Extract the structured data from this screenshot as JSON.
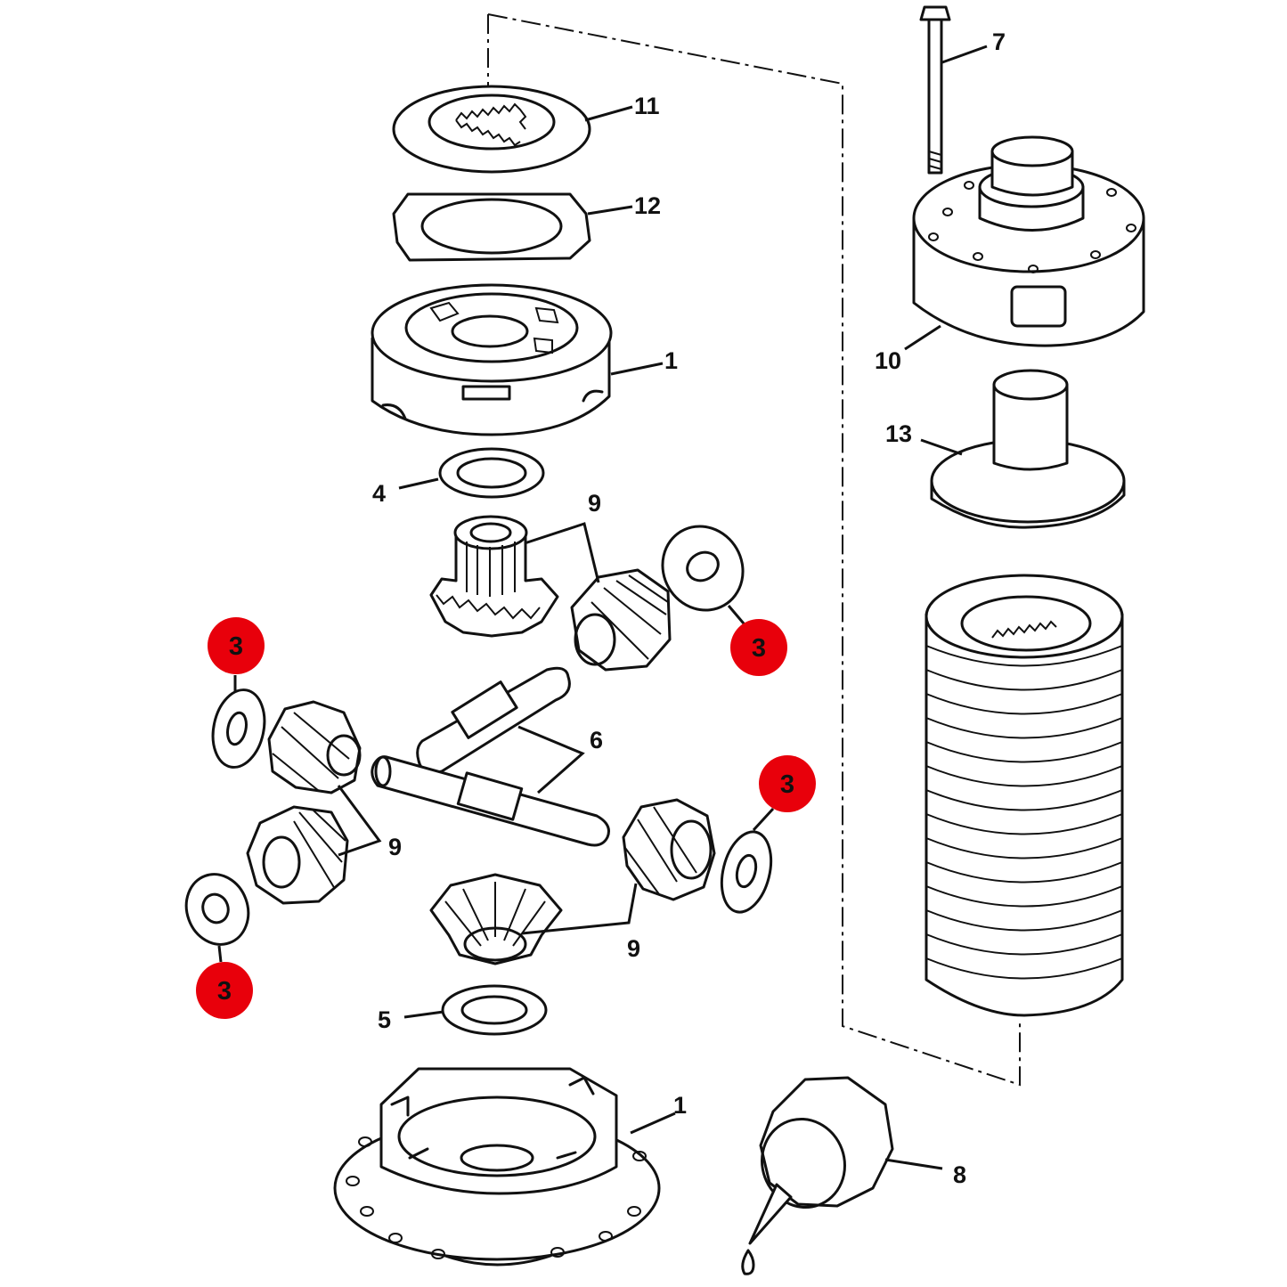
{
  "labels": {
    "l1_top": "1",
    "l1_bottom": "1",
    "l4": "4",
    "l5": "5",
    "l6": "6",
    "l7": "7",
    "l8": "8",
    "l9_top": "9",
    "l9_left": "9",
    "l9_bottom": "9",
    "l10": "10",
    "l11": "11",
    "l12": "12",
    "l13": "13"
  },
  "callouts": {
    "color": "#e8000b",
    "items": [
      "3",
      "3",
      "3",
      "3"
    ]
  }
}
